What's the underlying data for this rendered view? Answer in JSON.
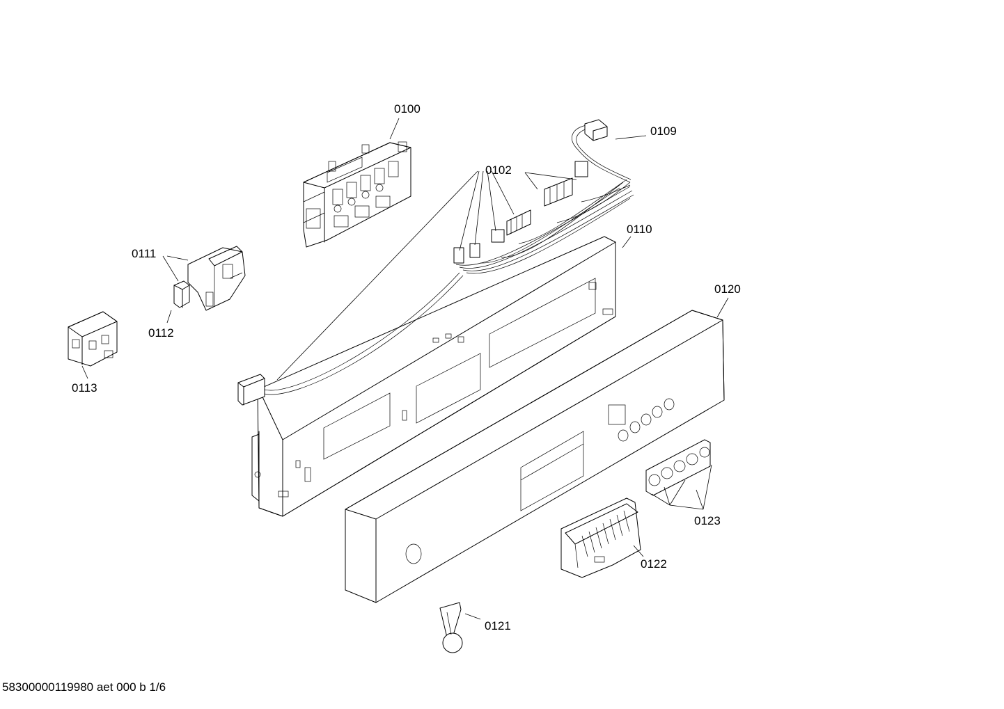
{
  "labels": {
    "p0100": "0100",
    "p0102": "0102",
    "p0109": "0109",
    "p0110": "0110",
    "p0111": "0111",
    "p0112": "0112",
    "p0113": "0113",
    "p0120": "0120",
    "p0121": "0121",
    "p0122": "0122",
    "p0123": "0123"
  },
  "footer": {
    "text": "58300000119980 aet 000 b 1/6"
  }
}
